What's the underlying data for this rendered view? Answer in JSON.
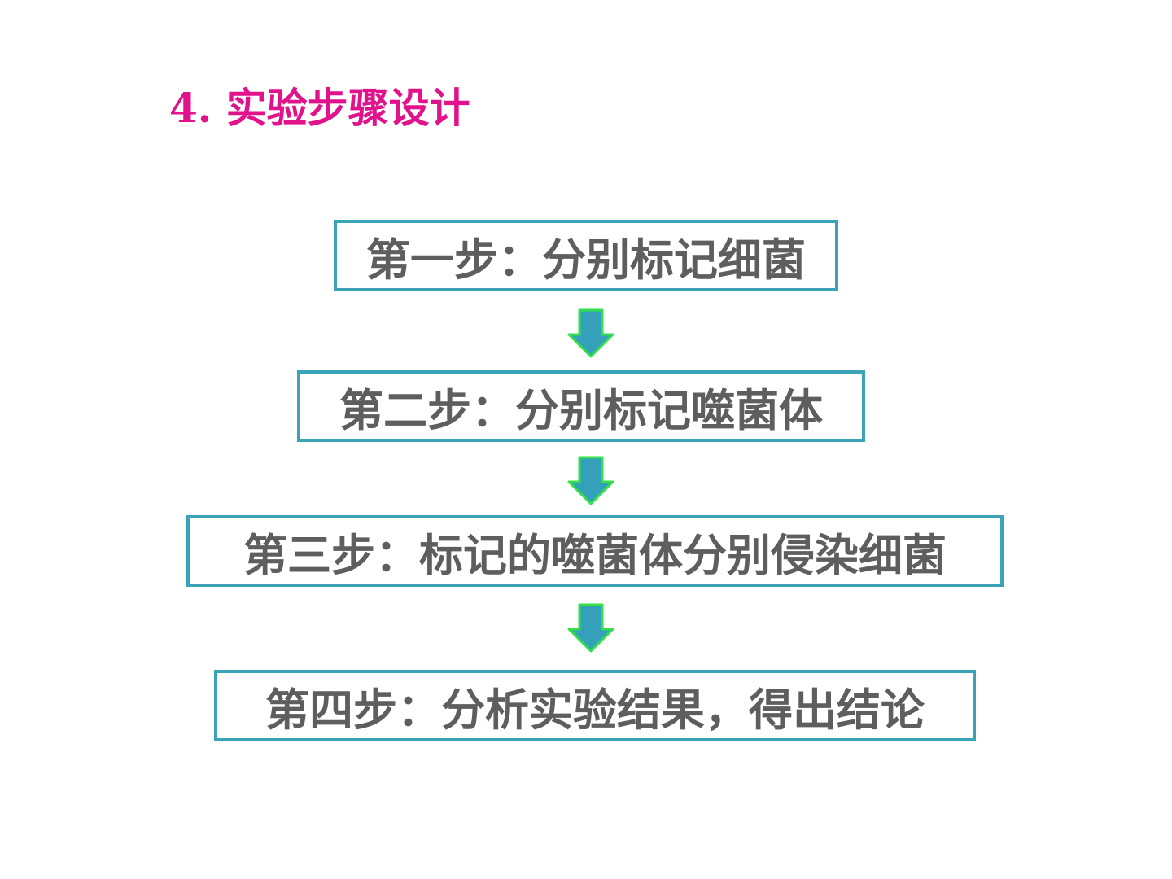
{
  "title": "4. 实验步骤设计",
  "steps": [
    {
      "label": "第一步：分别标记细菌"
    },
    {
      "label": "第二步：分别标记噬菌体"
    },
    {
      "label": "第三步：标记的噬菌体分别侵染细菌"
    },
    {
      "label": "第四步：分析实验结果，得出结论"
    }
  ],
  "colors": {
    "title": "#e0138c",
    "box_border": "#3aa3b7",
    "step_text": "#5e5e5e",
    "arrow_fill": "#35a0b9",
    "arrow_stroke": "#33e04a"
  }
}
